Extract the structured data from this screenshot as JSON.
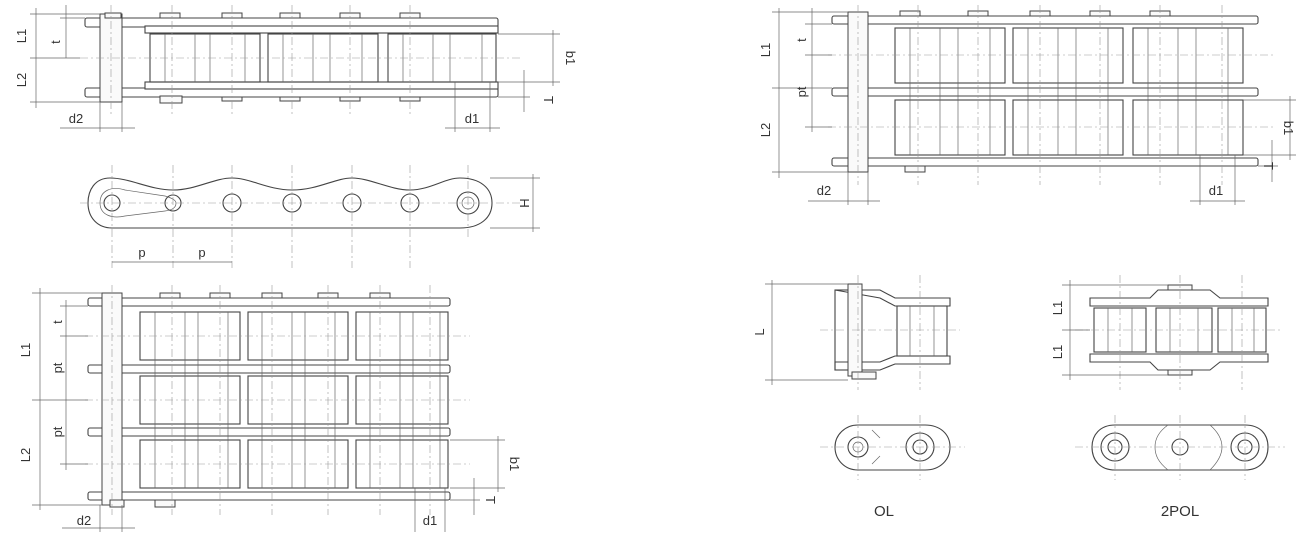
{
  "labels": {
    "L1": "L1",
    "L2": "L2",
    "L": "L",
    "t": "t",
    "b1": "b1",
    "T": "T",
    "d1": "d1",
    "d2": "d2",
    "p": "p",
    "pt": "pt",
    "H": "H"
  },
  "captions": {
    "offset_link": "OL",
    "double_offset_link": "2POL"
  }
}
